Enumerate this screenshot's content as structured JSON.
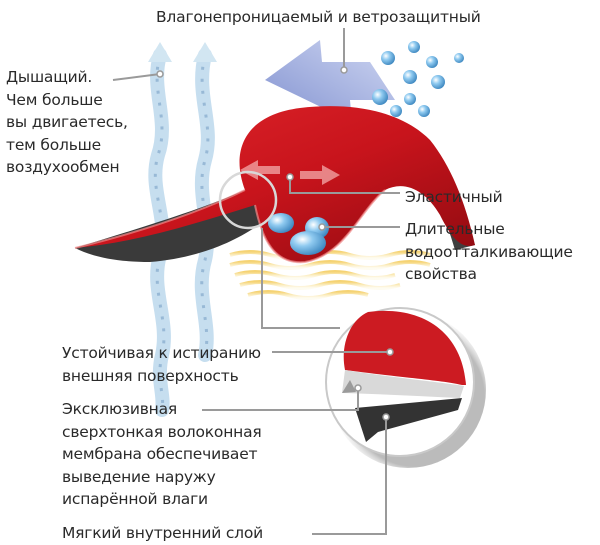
{
  "diagram": {
    "title_label": "Влагонепроницаемый и ветрозащитный",
    "labels": {
      "breathable": {
        "lines": [
          "Дышащий.",
          "Чем больше",
          "вы двигаетесь,",
          "тем больше",
          "воздухообмен"
        ]
      },
      "elastic": {
        "lines": [
          "Эластичный"
        ]
      },
      "water_repellent": {
        "lines": [
          "Длительные",
          "водоотталкивающие",
          "свойства"
        ]
      },
      "abrasion_resistant": {
        "lines": [
          "Устойчивая к истиранию",
          "внешняя поверхность"
        ]
      },
      "membrane": {
        "lines": [
          "Эксклюзивная",
          "сверхтонкая волоконная",
          "мембрана обеспечивает",
          "выведение наружу",
          "испарённой влаги"
        ]
      },
      "inner_layer": {
        "lines": [
          "Мягкий внутренний слой"
        ]
      }
    },
    "colors": {
      "fabric_red": "#c8141c",
      "fabric_dark_red": "#8e0a10",
      "membrane_gray": "#4a4a4a",
      "arrow_blue": "#8f9fd6",
      "water_blue": "#5fb0e0",
      "heat_yellow": "#f2c64a",
      "leader_line": "#9a9a9a",
      "text": "#2a2a2a"
    }
  }
}
